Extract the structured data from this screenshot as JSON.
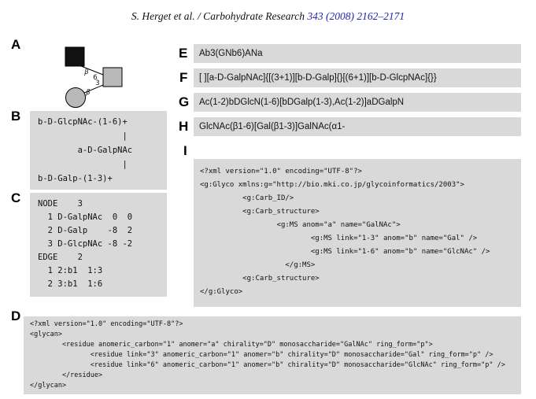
{
  "header": {
    "authors_part": "S. Herget et al. / Carbohydrate Research ",
    "ref_part": "343 (2008) 2162–2171"
  },
  "colors": {
    "box_background": "#d9d9d9",
    "reference_blue": "#2525a8",
    "symbol_gray": "#b9b9b9",
    "symbol_black": "#111111"
  },
  "panels": {
    "A": {
      "label": "A",
      "edges": {
        "top_anomer": "β",
        "top_position": "6",
        "bottom_anomer": "β",
        "bottom_position": "3"
      }
    },
    "B": {
      "label": "B",
      "text": "b-D-GlcpNAc-(1-6)+\n                 |\n        a-D-GalpNAc\n                 |\nb-D-Galp-(1-3)+"
    },
    "C": {
      "label": "C",
      "text": "NODE    3\n  1 D-GalpNAc  0  0\n  2 D-Galp    -8  2\n  3 D-GlcpNAc -8 -2\nEDGE    2\n  1 2:b1  1:3\n  2 3:b1  1:6"
    },
    "D": {
      "label": "D",
      "text": "<?xml version=\"1.0\" encoding=\"UTF-8\"?>\n<glycan>\n        <residue anomeric_carbon=\"1\" anomer=\"a\" chirality=\"D\" monosaccharide=\"GalNAc\" ring_form=\"p\">\n               <residue link=\"3\" anomeric_carbon=\"1\" anomer=\"b\" chirality=\"D\" monosaccharide=\"Gal\" ring_form=\"p\" />\n               <residue link=\"6\" anomeric_carbon=\"1\" anomer=\"b\" chirality=\"D\" monosaccharide=\"GlcNAc\" ring_form=\"p\" />\n        </residue>\n</glycan>"
    },
    "E": {
      "label": "E",
      "text": "Ab3(GNb6)ANa"
    },
    "F": {
      "label": "F",
      "text": "[ ][a-D-GalpNAc]{[(3+1)][b-D-Galp]{}[(6+1)][b-D-GlcpNAc]{}}"
    },
    "G": {
      "label": "G",
      "text": "Ac(1-2)bDGlcN(1-6)[bDGalp(1-3),Ac(1-2)]aDGalpN"
    },
    "H": {
      "label": "H",
      "text": "GlcNAc(β1-6)[Gal(β1-3)]GalNAc(α1-"
    },
    "I": {
      "label": "I",
      "text": "<?xml version=\"1.0\" encoding=\"UTF-8\"?>\n<g:Glyco xmlns:g=\"http://bio.mki.co.jp/glycoinformatics/2003\">\n          <g:Carb_ID/>\n          <g:Carb_structure>\n                  <g:MS anom=\"a\" name=\"GalNAc\">\n                          <g:MS link=\"1-3\" anom=\"b\" name=\"Gal\" />\n                          <g:MS link=\"1-6\" anom=\"b\" name=\"GlcNAc\" />\n                    </g:MS>\n          <g:Carb_structure>\n</g:Glyco>"
    }
  }
}
